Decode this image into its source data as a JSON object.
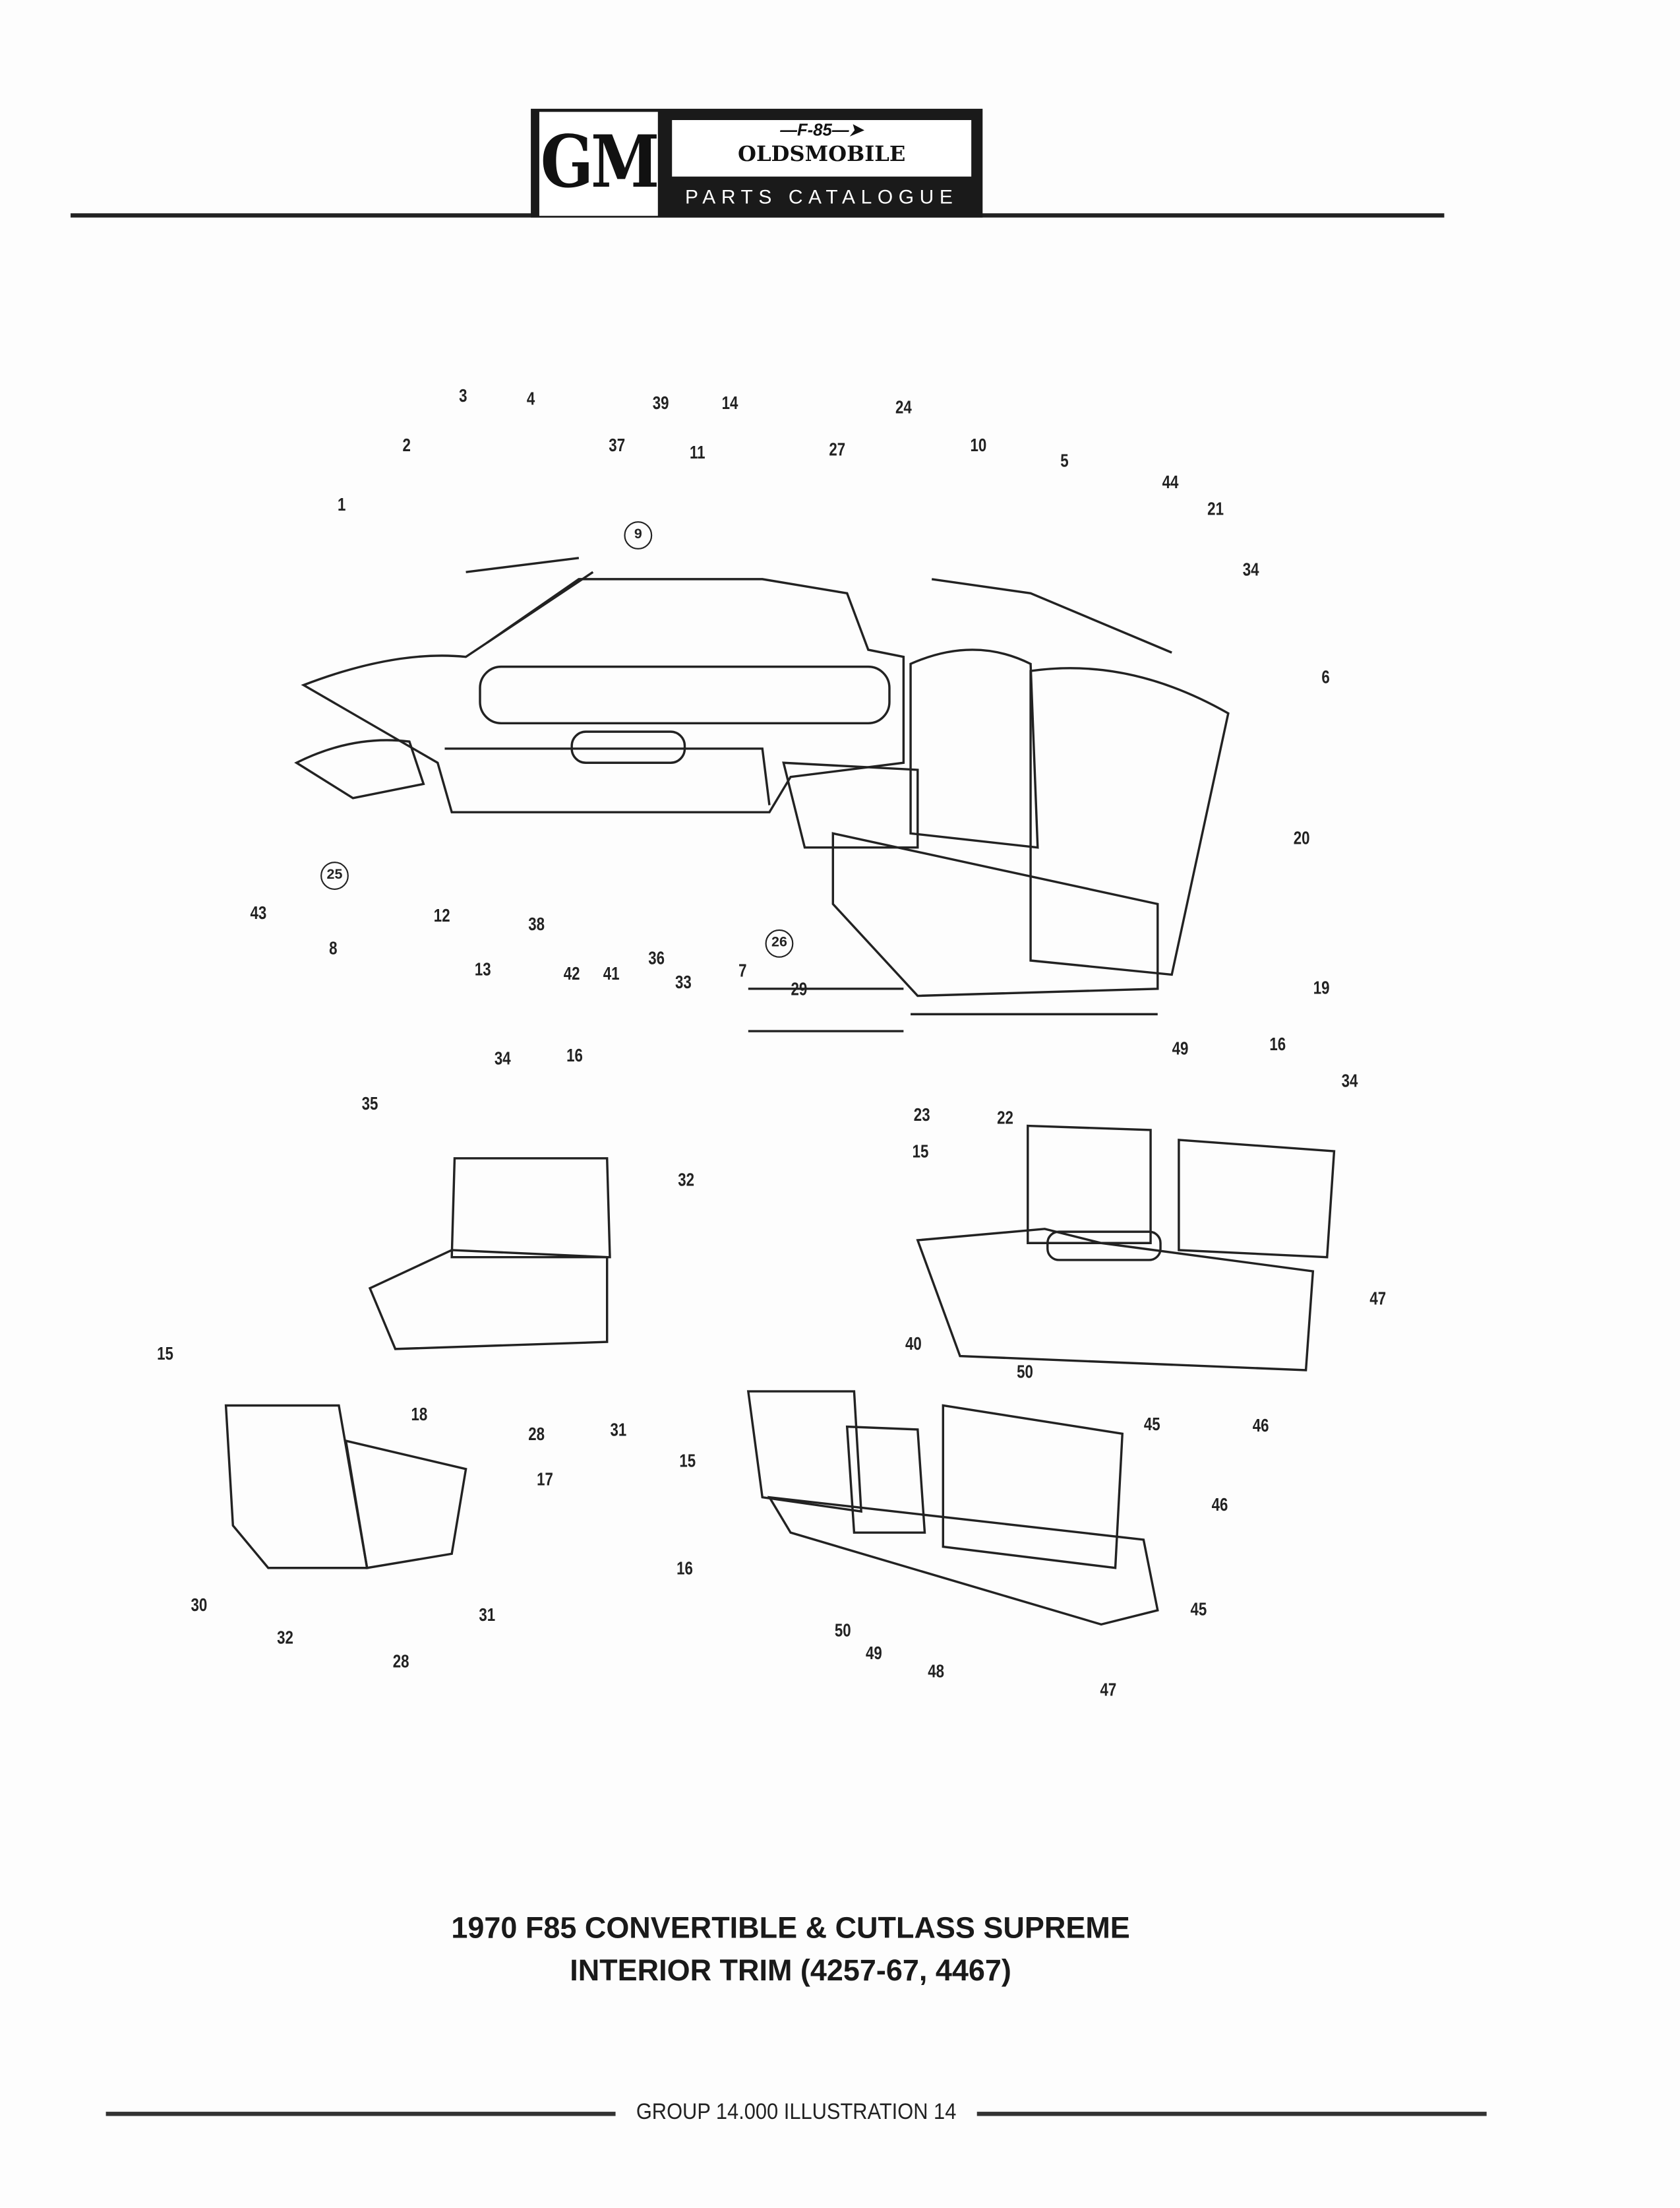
{
  "header": {
    "logo_gm": "GM",
    "logo_model": "F-85",
    "logo_brand": "OLDSMOBILE",
    "logo_subtitle": "PARTS CATALOGUE"
  },
  "illustration": {
    "callouts": [
      "3",
      "4",
      "39",
      "14",
      "24",
      "2",
      "37",
      "11",
      "27",
      "10",
      "5",
      "44",
      "21",
      "1",
      "34",
      "6",
      "20",
      "19",
      "43",
      "12",
      "38",
      "8",
      "13",
      "42",
      "41",
      "36",
      "33",
      "7",
      "29",
      "23",
      "22",
      "34",
      "16",
      "35",
      "32",
      "18",
      "28",
      "31",
      "15",
      "17",
      "30",
      "32",
      "31",
      "28",
      "49",
      "16",
      "34",
      "15",
      "47",
      "50",
      "45",
      "46",
      "40",
      "15",
      "46",
      "16",
      "45",
      "50",
      "49",
      "48",
      "47"
    ],
    "circled_refs": [
      "9",
      "25",
      "26"
    ]
  },
  "title": {
    "line1": "1970 F85 CONVERTIBLE & CUTLASS SUPREME",
    "line2": "INTERIOR TRIM (4257-67, 4467)"
  },
  "footer": {
    "text": "GROUP 14.000 ILLUSTRATION 14"
  }
}
